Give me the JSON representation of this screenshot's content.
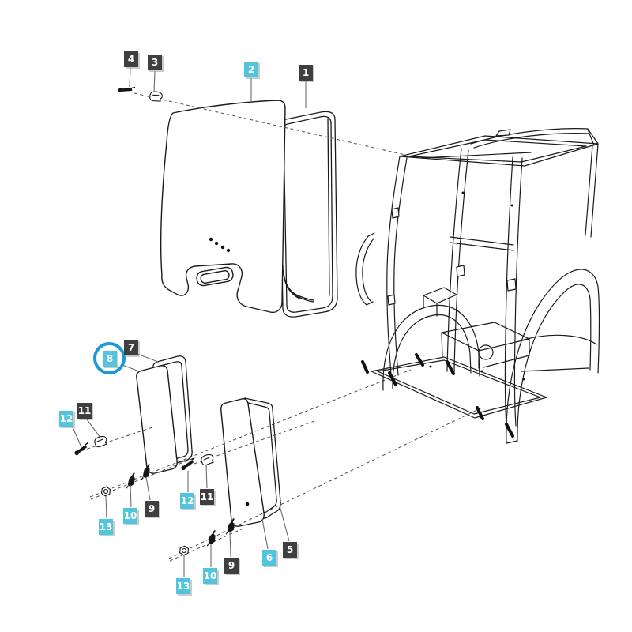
{
  "diagram": {
    "kind": "exploded-parts-view",
    "highlighted_label": "8",
    "colors": {
      "background": "#ffffff",
      "line": "#1b1b1b",
      "dashed_line": "#4a4a4a",
      "leader_line": "#6b6b6b",
      "label_dark": "#3f3f3f",
      "label_cyan": "#52c5dc",
      "label_text": "#ffffff",
      "highlight_ring": "#1d99d6"
    },
    "icons": [
      "screw-icon",
      "clip-icon",
      "nut-icon",
      "bolt-icon"
    ],
    "labels": [
      {
        "text": "4",
        "variant": "dark"
      },
      {
        "text": "3",
        "variant": "dark"
      },
      {
        "text": "2",
        "variant": "cyan"
      },
      {
        "text": "1",
        "variant": "dark"
      },
      {
        "text": "7",
        "variant": "dark"
      },
      {
        "text": "8",
        "variant": "cyan",
        "circled": true
      },
      {
        "text": "11",
        "variant": "dark"
      },
      {
        "text": "12",
        "variant": "cyan"
      },
      {
        "text": "9",
        "variant": "dark"
      },
      {
        "text": "10",
        "variant": "cyan"
      },
      {
        "text": "13",
        "variant": "cyan"
      },
      {
        "text": "12",
        "variant": "cyan"
      },
      {
        "text": "11",
        "variant": "dark"
      },
      {
        "text": "9",
        "variant": "dark"
      },
      {
        "text": "10",
        "variant": "cyan"
      },
      {
        "text": "13",
        "variant": "cyan"
      },
      {
        "text": "6",
        "variant": "cyan"
      },
      {
        "text": "5",
        "variant": "dark"
      }
    ]
  }
}
